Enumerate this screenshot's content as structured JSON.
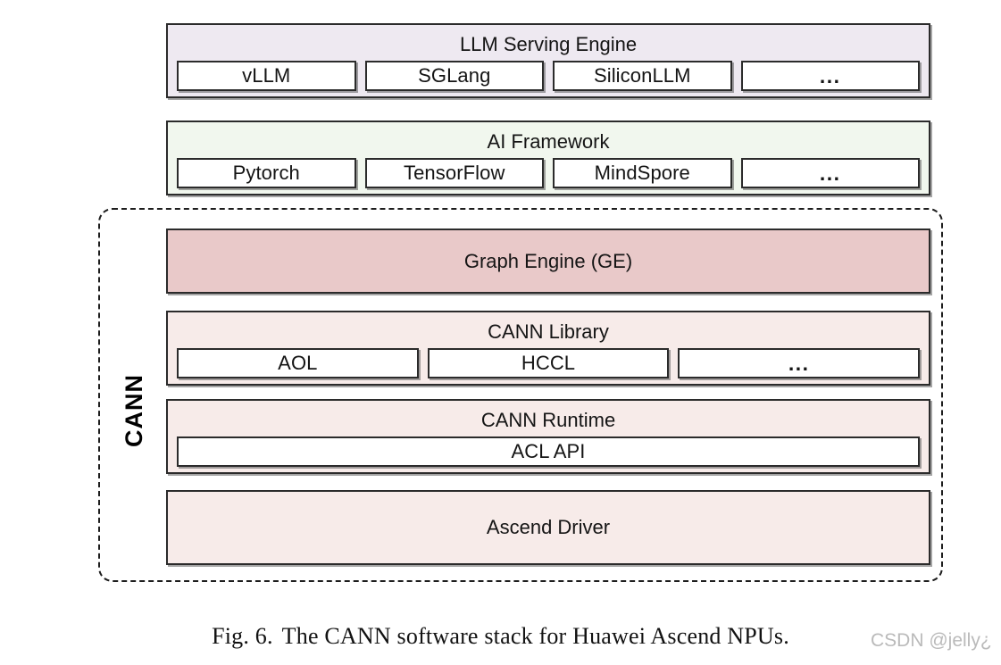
{
  "figure": {
    "caption_number": "Fig. 6.",
    "caption_text": "The CANN software stack for Huawei Ascend NPUs.",
    "watermark": "CSDN @jelly¿"
  },
  "colors": {
    "llm_layer_bg": "#eee9f1",
    "ai_layer_bg": "#f1f7ee",
    "graph_engine_bg": "#e9c9c9",
    "cann_sub_bg": "#f7ebe9",
    "chip_bg": "#ffffff",
    "border": "#2b2b2b",
    "dashed_border": "#1d1d1d",
    "text": "#151515",
    "watermark": "#a0a0a0"
  },
  "layers": {
    "llm_serving_engine": {
      "title": "LLM Serving Engine",
      "items": [
        "vLLM",
        "SGLang",
        "SiliconLLM",
        "..."
      ]
    },
    "ai_framework": {
      "title": "AI Framework",
      "items": [
        "Pytorch",
        "TensorFlow",
        "MindSpore",
        "..."
      ]
    },
    "cann": {
      "side_label": "CANN",
      "graph_engine": {
        "title": "Graph Engine (GE)"
      },
      "cann_library": {
        "title": "CANN Library",
        "items": [
          "AOL",
          "HCCL",
          "..."
        ]
      },
      "cann_runtime": {
        "title": "CANN Runtime",
        "items": [
          "ACL API"
        ]
      },
      "ascend_driver": {
        "title": "Ascend Driver"
      }
    }
  }
}
